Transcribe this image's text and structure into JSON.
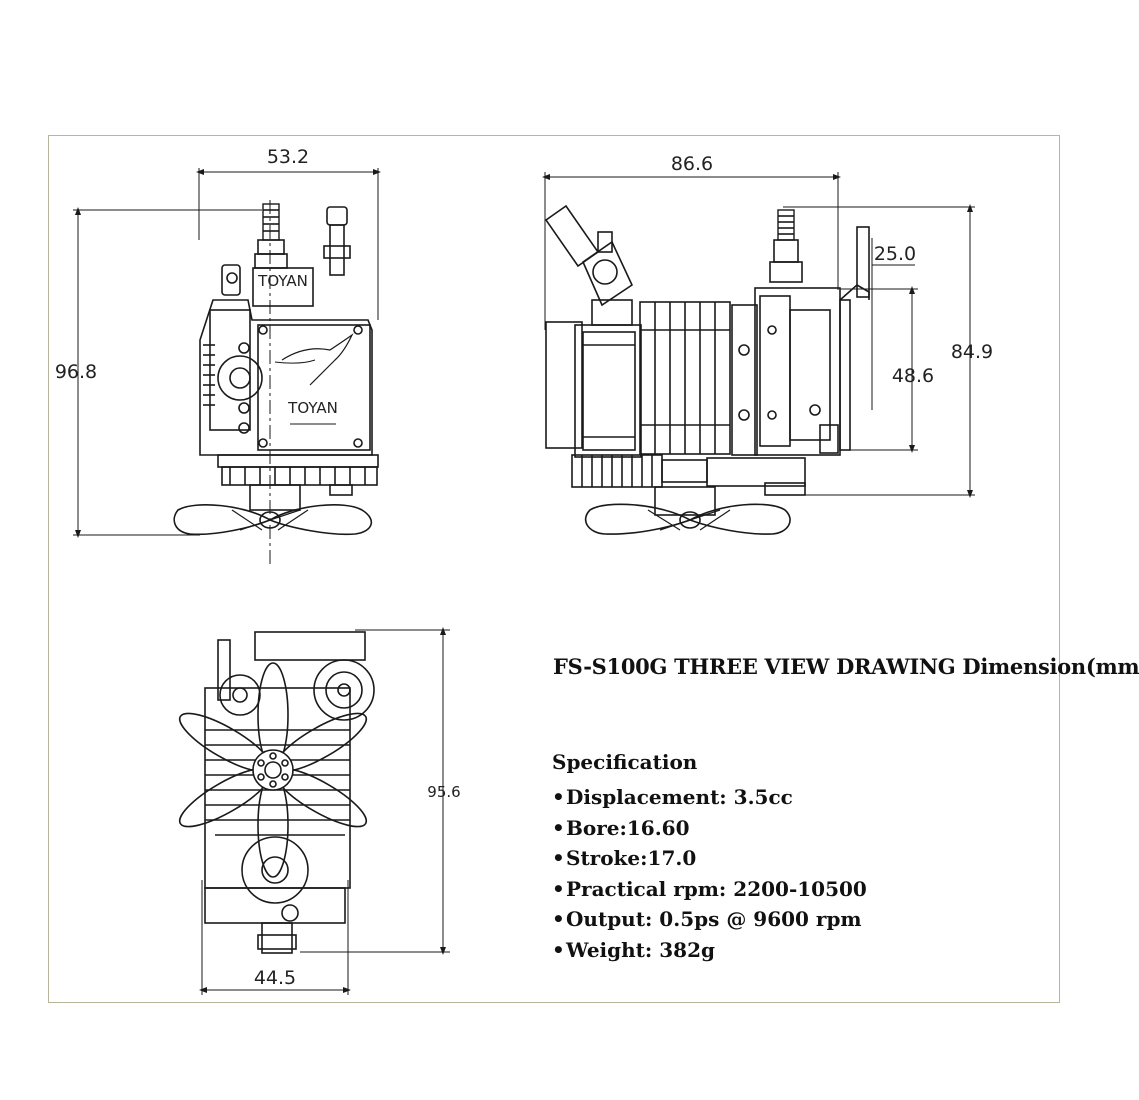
{
  "dimensions": {
    "front_width": "53.2",
    "front_height": "96.8",
    "side_width": "86.6",
    "side_top_offset": "25.0",
    "side_inner_height": "48.6",
    "side_height": "84.9",
    "top_height": "95.6",
    "top_width": "44.5"
  },
  "front_view": {
    "label_top": "TOYAN",
    "label_body": "TOYAN"
  },
  "title": "FS-S100G THREE VIEW DRAWING  Dimension(mm",
  "specification": {
    "heading": "Specification",
    "items": [
      "Displacement: 3.5cc",
      "Bore:16.60",
      "Stroke:17.0",
      "Practical rpm: 2200-10500",
      "Output: 0.5ps @ 9600 rpm",
      "Weight: 382g"
    ]
  },
  "colors": {
    "line": "#1a1a1a",
    "frame": "#b9b59a",
    "background": "#ffffff"
  }
}
